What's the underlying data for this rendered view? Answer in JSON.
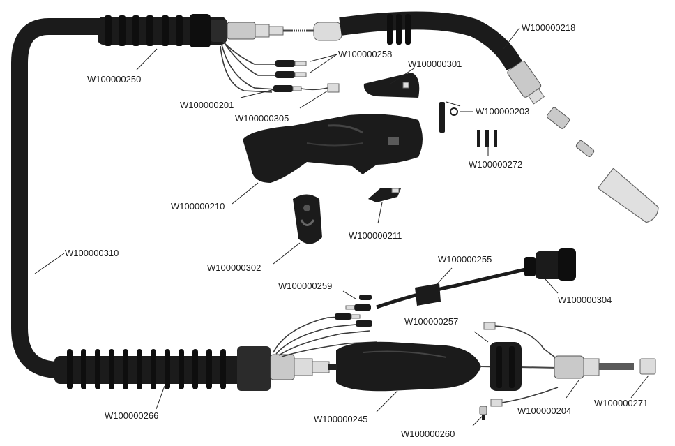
{
  "labels": {
    "hose_front": "W100000250",
    "wires_terminal_a": "W100000258",
    "trigger_cover": "W100000301",
    "neck": "W100000218",
    "wires_terminal_b": "W100000201",
    "wire_connector": "W100000305",
    "screw_nut": "W100000203",
    "screws_set": "W100000272",
    "handle": "W100000210",
    "trigger": "W100000211",
    "switch_cap": "W100000302",
    "hose": "W100000310",
    "cable_sleeve": "W100000255",
    "control_plug": "W100000304",
    "wire_pins": "W100000259",
    "pins_group": "W100000257",
    "strain_relief": "W100000266",
    "rear_handle": "W100000245",
    "adapter": "W100000204",
    "end_cap": "W100000271",
    "small_screw": "W100000260"
  }
}
